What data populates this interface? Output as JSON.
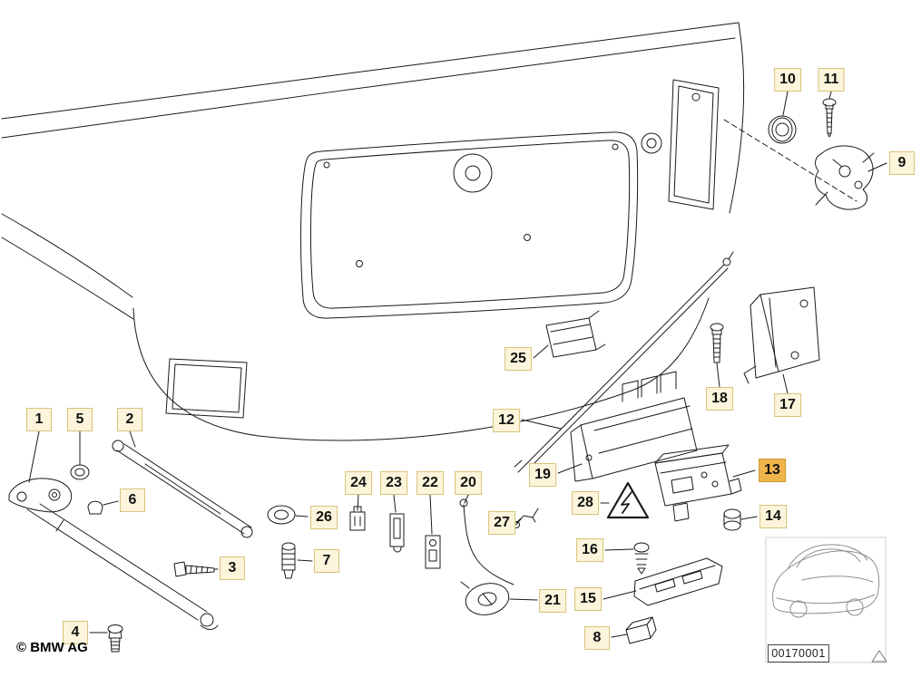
{
  "diagram": {
    "copyright": "© BMW AG",
    "drawing_number": "00170001",
    "highlighted_callout": "13",
    "colors": {
      "callout_background": "#fcf5dc",
      "callout_border": "#d9c27a",
      "highlight_background": "#f0b54a",
      "line_color": "#1a1a1a"
    },
    "callouts": [
      {
        "label": "1",
        "highlighted": false
      },
      {
        "label": "2",
        "highlighted": false
      },
      {
        "label": "3",
        "highlighted": false
      },
      {
        "label": "4",
        "highlighted": false
      },
      {
        "label": "5",
        "highlighted": false
      },
      {
        "label": "6",
        "highlighted": false
      },
      {
        "label": "7",
        "highlighted": false
      },
      {
        "label": "8",
        "highlighted": false
      },
      {
        "label": "9",
        "highlighted": false
      },
      {
        "label": "10",
        "highlighted": false
      },
      {
        "label": "11",
        "highlighted": false
      },
      {
        "label": "12",
        "highlighted": false
      },
      {
        "label": "13",
        "highlighted": true
      },
      {
        "label": "14",
        "highlighted": false
      },
      {
        "label": "15",
        "highlighted": false
      },
      {
        "label": "16",
        "highlighted": false
      },
      {
        "label": "17",
        "highlighted": false
      },
      {
        "label": "18",
        "highlighted": false
      },
      {
        "label": "19",
        "highlighted": false
      },
      {
        "label": "20",
        "highlighted": false
      },
      {
        "label": "21",
        "highlighted": false
      },
      {
        "label": "22",
        "highlighted": false
      },
      {
        "label": "23",
        "highlighted": false
      },
      {
        "label": "24",
        "highlighted": false
      },
      {
        "label": "25",
        "highlighted": false
      },
      {
        "label": "26",
        "highlighted": false
      },
      {
        "label": "27",
        "highlighted": false
      },
      {
        "label": "28",
        "highlighted": false
      }
    ]
  }
}
